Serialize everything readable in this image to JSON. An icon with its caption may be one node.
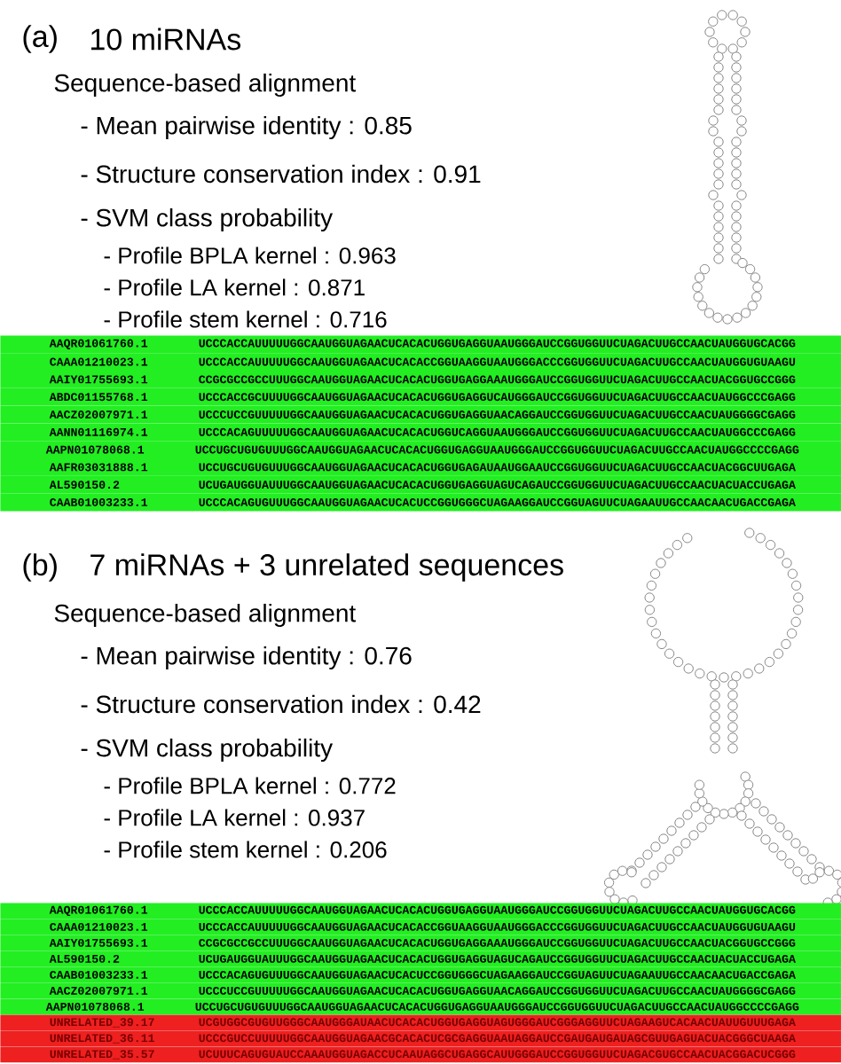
{
  "diagram": {
    "nodes": [
      {
        "text": [
          "AAQR01061760.1",
          "UCCCACCAUUUUUGGCAAUGGUAGAACUCACACUGGUGAGGUAAUGGGAUCCGGUGGUUCUAGACUUGCCAACUAUGGUGCACGG"
        ]
      },
      {
        "text": [
          "CAAA01210023.1",
          "UCCCACCAUUUUUGGCAAUGGUAGAACUCACACCGGUAAGGUAAUGGGACCCGGUGGUUCUAGACUUGCCAACUAUGGUGUAAGU"
        ]
      },
      {
        "text": [
          "AAIY01755693.1",
          "CCGCGCCGCCUUUGGCAAUGGUAGAACUCACACUGGUGAGGAAAUGGGAUCCGGUGGUUCUAGACUUGCCAACUACGGUGCCGGG"
        ]
      },
      {
        "text": [
          "ABDC01155768.1",
          "UCCCACCGCUUUUGGCAAUGGUAGAACUCACACUGGUGAGGUCAUGGGAUCCGGUGGUUCUAGACUUGCCAACUAUGGCCCGAGG"
        ]
      },
      {
        "text": [
          "AACZ02007971.1",
          "UCCCUCCGUUUUUGGCAAUGGUAGAACUCACACUGGUGAGGUAACAGGAUCCGGUGGUUCUAGACUUGCCAACUAUGGGGCGAGG"
        ]
      },
      {
        "text": [
          "AANN01116974.1",
          "UCCCACAGUUUUUGGCAAUGGUAGAACUCACACUGGUCAGGUAAUGGGAUCCGGUGGUUCUAGACUUGCCAACUAUGGCCCGAGG"
        ]
      },
      {
        "text": [
          "AAPN01078068.1",
          "UCCUGCUGUGUUUGGCAAUGGUAGAACUCACACUGGUGAGGUAAUGGGAUCCGGUGGUUCUAGACUUGCCAACUAUGGCCCCGAGG"
        ]
      },
      {
        "text": [
          "AAFR03031888.1",
          "UCCUGCUGUGUUUGGCAAUGGUAGAACUCACACUGGUGAGAUAAUGGAAUCCGGUGGUUCUAGACUUGCCAACUACGGCUUGAGA"
        ]
      },
      {
        "text": [
          "AL590150.2",
          "UCUGAUGGUAUUUGGCAAUGGUAGAACUCACACUGGUGAGGUAGUCAGAUCCGGUGGUUCUAGACUUGCCAACUACUACCUGAGA"
        ]
      },
      {
        "text": [
          "CAAB01003233.1",
          "UCCCACAGUGUUUGGCAAUGGUAGAACUCACUCCGGUGGGCUAGAAGGAUCCGGUAGUUCUAGAAUUGCCAACAACUGACCGAGA"
        ]
      },
      {
        "text": [
          "AAQR01061760.1",
          "UCCCACCAUUUUUGGCAAUGGUAGAACUCACACUGGUGAGGUAAUGGGAUCCGGUGGUUCUAGACUUGCCAACUAUGGUGCACGG"
        ]
      },
      {
        "text": [
          "CAAA01210023.1",
          "UCCCACCAUUUUUGGCAAUGGUAGAACUCACACCGGUAAGGUAAUGGGACCCGGUGGUUCUAGACUUGCCAACUAUGGUGUAAGU"
        ]
      },
      {
        "text": [
          "AAIY01755693.1",
          "CCGCGCCGCCUUUGGCAAUGGUAGAACUCACACUGGUGAGGAAAUGGGAUCCGGUGGUUCUAGACUUGCCAACUACGGUGCCGGG"
        ]
      },
      {
        "text": [
          "AL590150.2",
          "UCUGAUGGUAUUUGGCAAUGGUAGAACUCACACUGGUGAGGUAGUCAGAUCCGGUGGUUCUAGACUUGCCAACUACUACCUGAGA"
        ]
      },
      {
        "text": [
          "CAAB01003233.1",
          "UCCCACAGUGUUUGGCAAUGGUAGAACUCACUCCGGUGGGCUAGAAGGAUCCGGUAGUUCUAGAAUUGCCAACAACUGACCGAGA"
        ]
      },
      {
        "text": [
          "AACZ02007971.1",
          "UCCCUCCGUUUUUGGCAAUGGUAGAACUCACACUGGUGAGGUAACAGGAUCCGGUGGUUCUAGACUUGCCAACUAUGGGGCGAGG"
        ]
      },
      {
        "text": [
          "AAPN01078068.1",
          "UCCUGCUGUGUUUGGCAAUGGUAGAACUCACACUGGUGAGGUAAUGGGAUCCGGUGGUUCUAGACUUGCCAACUAUGGCCCCGAGG"
        ]
      },
      {
        "text": [
          "UNRELATED_39.17",
          "UCGUGGCGUGUUGGGCAAUGGGAUAACUCACACUGGUGAGGUAGUGGGAUCGGGAGGUUCUAGAAGUCACAACUAUUGUUUGAGA"
        ]
      },
      {
        "text": [
          "UNRELATED_36.11",
          "UCCCGUCCUUUUUGGCAAUGGUAGAACGCACACUCGCGAGGUAAUAGGAUCCGAUGAUGAUAGCGUUGAGUACUACGGGCUAAGA"
        ]
      },
      {
        "text": [
          "UNRELATED_35.57",
          "UCUUUCAGUGUAUCCAAAUGGUAGACCUCAAUAGGCUGAGGCAUUGGGAUCCGGUGGUUCUAGACGUGCCAACUACGGACUCGGG"
        ]
      }
    ],
    "labels": [
      "(a)",
      "10 miRNAs",
      "Sequence-based alignment",
      "- Mean pairwise identity :  0.85",
      "- Structure conservation index :  0.91",
      "- SVM class probability",
      "- Profile BPLA kernel :  0.963",
      "- Profile LA kernel :  0.871",
      "- Profile stem kernel :  0.716",
      "(b)",
      "7 miRNAs  +  3 unrelated sequences",
      "Sequence-based alignment",
      "- Mean pairwise identity :  0.76",
      "- Structure conservation index :  0.42",
      "- SVM class probability",
      "- Profile BPLA kernel :  0.772",
      "- Profile LA kernel :  0.937",
      "- Profile stem kernel :  0.206"
    ]
  }
}
